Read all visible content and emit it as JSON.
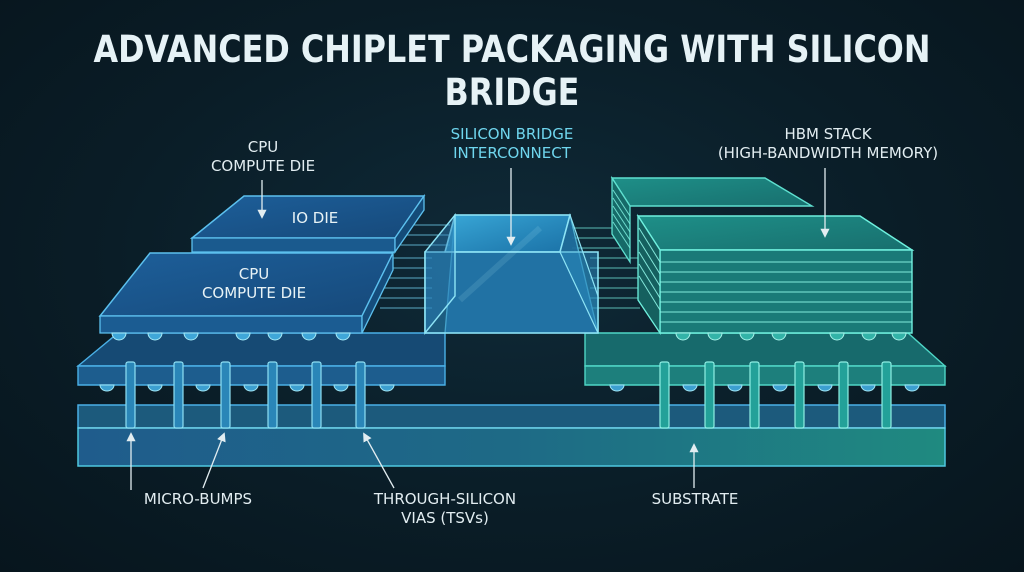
{
  "title": "ADVANCED CHIPLET PACKAGING WITH SILICON BRIDGE",
  "labels": {
    "cpu_top": [
      "CPU",
      "COMPUTE DIE"
    ],
    "io_die": "IO DIE",
    "cpu_die": [
      "CPU",
      "COMPUTE DIE"
    ],
    "silicon_bridge": [
      "SILICON BRIDGE",
      "INTERCONNECT"
    ],
    "hbm_stack": [
      "HBM STACK",
      "(HIGH-BANDWIDTH MEMORY)"
    ],
    "micro_bumps": "MICRO-BUMPS",
    "tsvs": [
      "THROUGH-SILICON",
      "VIAS (TSVs)"
    ],
    "substrate": "SUBSTRATE"
  },
  "colors": {
    "background": "#0a1d27",
    "line_blue": "#4ab0e6",
    "line_teal": "#4fd6c6",
    "accent_cyan": "#6fd6ee",
    "text": "#e2edf1"
  }
}
